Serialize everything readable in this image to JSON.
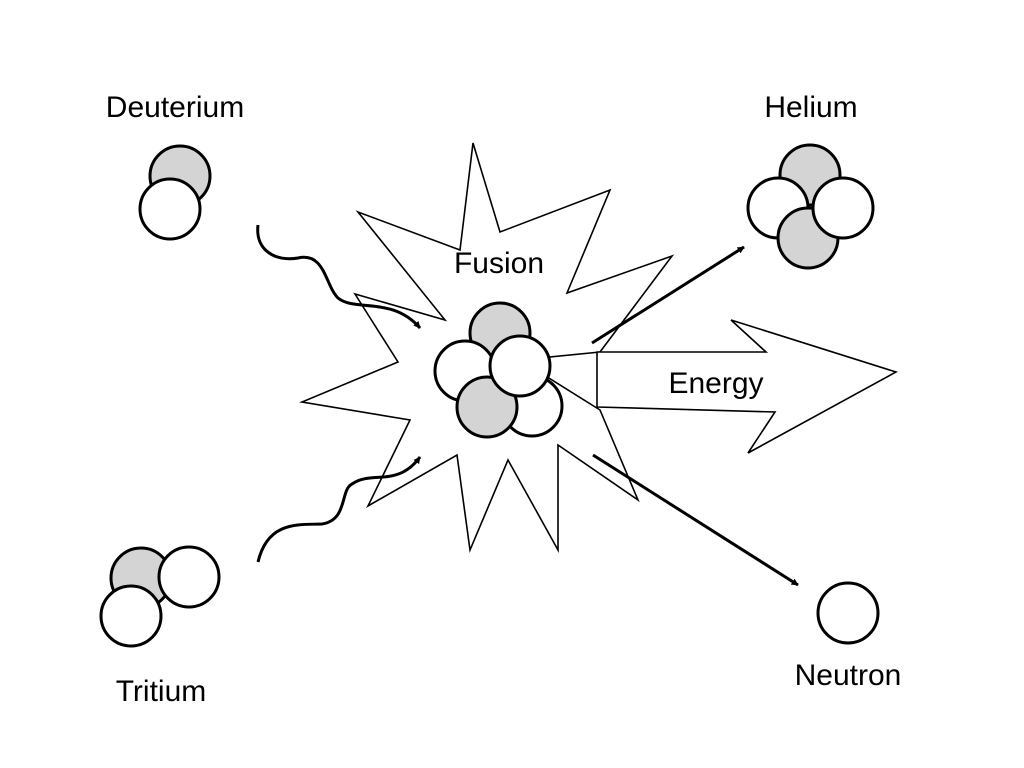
{
  "labels": {
    "deuterium": "Deuterium",
    "tritium": "Tritium",
    "helium": "Helium",
    "neutron": "Neutron",
    "fusion": "Fusion",
    "energy": "Energy"
  },
  "colors": {
    "proton_fill": "#d4d4d4",
    "neutron_fill": "#ffffff",
    "stroke": "#000000",
    "background": "#ffffff"
  }
}
